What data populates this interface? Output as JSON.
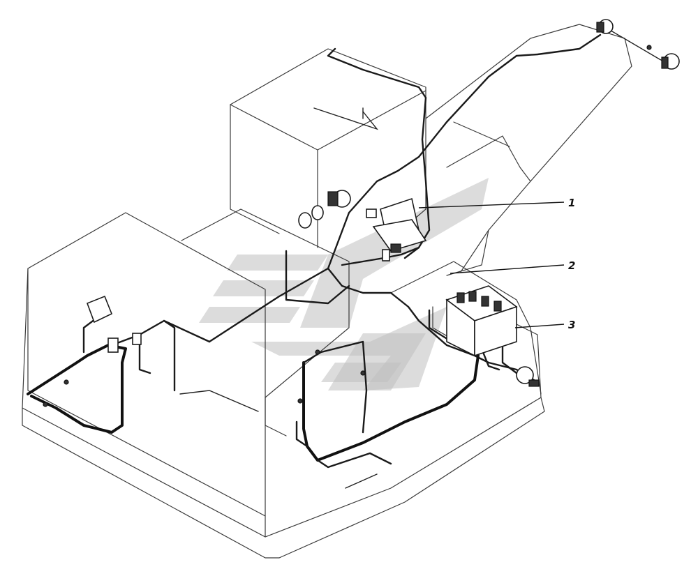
{
  "callouts": [
    {
      "id": "1",
      "label": "1"
    },
    {
      "id": "2",
      "label": "2"
    },
    {
      "id": "3",
      "label": "3"
    }
  ],
  "colors": {
    "line": "#3a3a3a",
    "wire": "#1a1a1a",
    "watermark": "#bfbfbf"
  }
}
